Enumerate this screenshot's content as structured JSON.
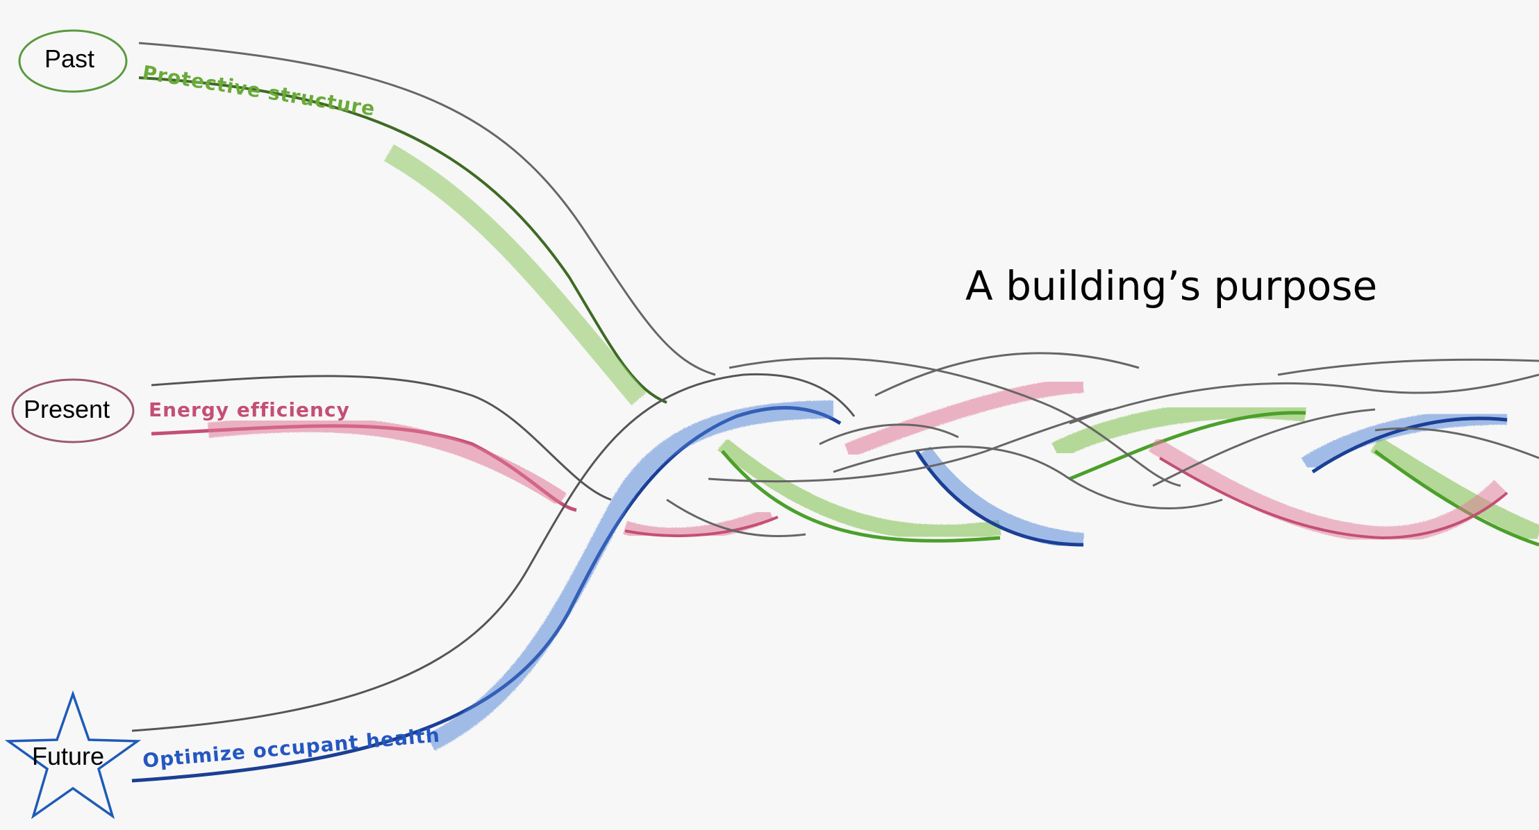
{
  "title": "A building’s purpose",
  "eras": [
    {
      "label": "Past",
      "shape": "ellipse",
      "color": "#5a9a3e"
    },
    {
      "label": "Present",
      "shape": "ellipse",
      "color": "#9a5a6e"
    },
    {
      "label": "Future",
      "shape": "star",
      "color": "#1e5bb8"
    }
  ],
  "strands": [
    {
      "label": "Protective structure",
      "color": "#6aaa3a",
      "edge": "#3e6b23"
    },
    {
      "label": "Energy efficiency",
      "color": "#c44f74",
      "edge": "#b03a60"
    },
    {
      "label": "Optimize occupant health",
      "color": "#2457c0",
      "edge": "#1b3f95"
    }
  ]
}
